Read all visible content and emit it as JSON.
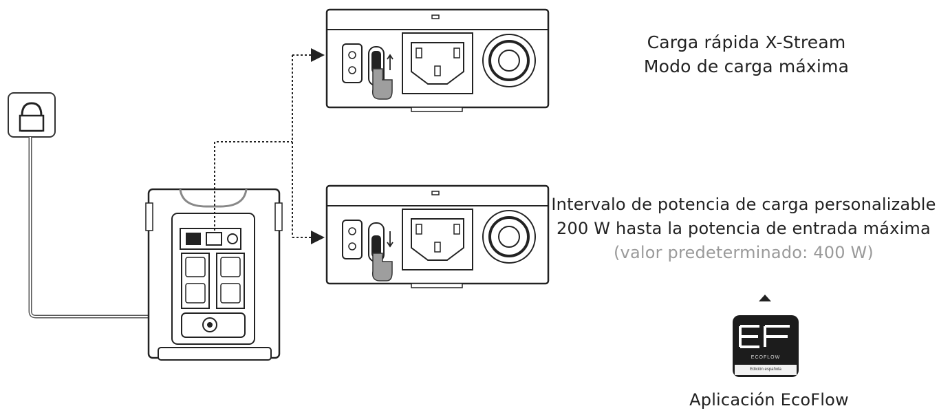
{
  "labels": {
    "xstream_line1": "Carga rápida X-Stream",
    "xstream_line2": "Modo de carga máxima",
    "custom_line1": "Intervalo de potencia de carga personalizable",
    "custom_line2": "200 W hasta la potencia de entrada máxima",
    "custom_default": "(valor predeterminado: 400 W)",
    "app_name": "Aplicación EcoFlow"
  },
  "app_icon": {
    "brand": "ECOFLOW",
    "subtitle": "Edición española"
  },
  "icons": [
    "wall-socket-icon",
    "power-station-icon",
    "ac-input-panel-icon",
    "hand-switch-icon",
    "app-icon",
    "arrow-up-icon"
  ],
  "colors": {
    "line": "#222222",
    "hand": "#9e9e9e",
    "app_bg": "#1c1c1c",
    "muted_text": "#9a9a9a"
  }
}
